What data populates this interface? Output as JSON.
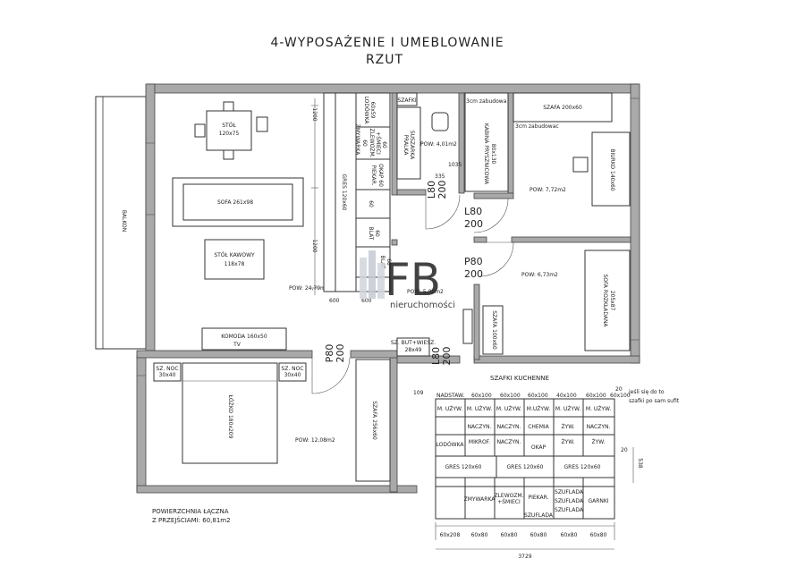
{
  "title": {
    "line1": "4-WYPOSAŻENIE I UMEBLOWANIE",
    "line2": "RZUT"
  },
  "watermark": {
    "logo": "FB",
    "text": "nieruchomości"
  },
  "rooms": {
    "living": "POW: 24,79m2",
    "bath": "POW: 4,01m2",
    "hall": "POW: 5,02m2",
    "room1": "POW: 7,72m2",
    "room2": "POW: 6,73m2",
    "bedroom": "POW: 12,08m2"
  },
  "labels": {
    "balkon": "BALKON",
    "stol": "STÓŁ",
    "stol_dim": "120x75",
    "sofa": "SOFA 261x98",
    "stol_kawowy": "STÓŁ KAWOWY",
    "stol_kawowy_dim": "118x78",
    "komoda": "KOMODA 160x50",
    "tv": "TV",
    "lodowka": "LODÓWKA",
    "lodowka_dim": "60x59",
    "zmywarka": "ZMYWARKA",
    "zlew": "ZLEWOZM.",
    "smieci": "+ŚMIECI",
    "piekar": "PIEKAR.",
    "okap": "OKAP 60",
    "gres": "GRES 120x60",
    "blat": "BLAT",
    "sixty": "60",
    "szafki": "SZAFKI",
    "pralka": "PRALKA",
    "suszarka": "SUSZARKA",
    "zabudowa": "3cm zabudowa",
    "szafa_top": "SZAFA 200x60",
    "zabudowac": "3cm zabudowac",
    "kabina": "KABINA PRYSZNICOWA",
    "kabina_dim": "80x130",
    "biurko": "BIURKO 140x60",
    "sofa_rozk": "SOFA ROZKŁADANA",
    "sofa_rozk_dim": "205x87",
    "szafa_100": "SZAFA 100x60",
    "sz_buty": "SZ. BUT+WIESZ.",
    "sz_buty_dim": "28x49",
    "sz_noc": "SZ. NOC",
    "sz_noc_dim": "30x40",
    "lozko": "ŁÓŻKO 180x209",
    "szafa_bed": "SZAFA 256x60"
  },
  "dims": {
    "d600": "600",
    "d1200": "1200",
    "d1035": "1035",
    "d335": "335"
  },
  "doors": [
    {
      "name": "L80",
      "width": "200"
    },
    {
      "name": "L80",
      "width": "200"
    },
    {
      "name": "P80",
      "width": "200"
    },
    {
      "name": "L80",
      "width": "200"
    },
    {
      "name": "P80",
      "width": "200"
    }
  ],
  "kitchen": {
    "heading": "SZAFKI KUCHENNE",
    "nadstaw": "NADSTAW.",
    "top_dims": [
      "60x100",
      "60x100",
      "60x100",
      "40x100",
      "60x100",
      "60x100"
    ],
    "row1": [
      "M. UŻYW.",
      "M. UŻYW.",
      "M. UŻYW.",
      "M.UŻYW.",
      "M. UŻYW.",
      "M. UŻYW."
    ],
    "row2": [
      "NACZYN.",
      "NACZYN.",
      "CHEMIA",
      "ŻYW.",
      "NACZYN."
    ],
    "lodowka": "LODÓWKA",
    "mikrof": "MIKROF.",
    "naczyn": "NACZYN.",
    "okap": "OKAP",
    "zyw1": "ŻYW.",
    "zyw2": "ŻYW.",
    "gres1": "GRES 120x60",
    "gres2": "GRES 120x60",
    "gres3": "GRES 120x60",
    "zmywarka": "ZMYWARKA",
    "zlew": "ZLEWOZM.",
    "smieci": "+ŚMIECI",
    "piekar": "PIEKAR.",
    "szuflada": "SZUFLADA",
    "szuflady": [
      "SZUFLADA",
      "SZUFLADA",
      "SZUFLADA"
    ],
    "garnki": "GARNKI",
    "bottom_dims": [
      "60x208",
      "60x80",
      "60x80",
      "60x80",
      "60x80",
      "60x80"
    ],
    "total": "3729",
    "d109": "109",
    "d20a": "20",
    "d20b": "20",
    "d538": "538",
    "note1": "jeśli się do to",
    "note2": "szafki po sam sufit"
  },
  "footer": {
    "line1": "POWIERZCHNIA ŁĄCZNA",
    "line2": "Z PRZEJŚCIAMI: 60,81m2"
  }
}
